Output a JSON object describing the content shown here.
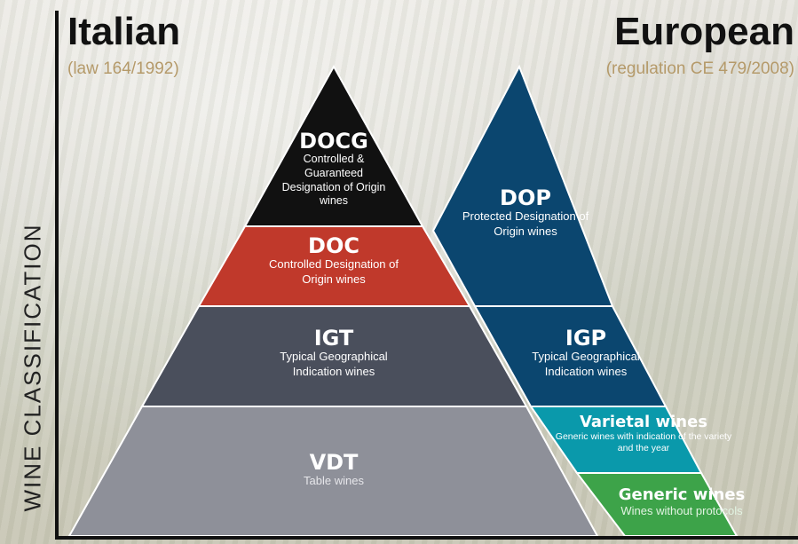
{
  "side_label": "WINE CLASSIFICATION",
  "italian": {
    "title": "Italian",
    "subtitle": "(law 164/1992)",
    "tiers": [
      {
        "name": "DOCG",
        "desc": "Controlled & Guaranteed Designation of Origin wines",
        "color": "#111111"
      },
      {
        "name": "DOC",
        "desc": "Controlled Designation of Origin wines",
        "color": "#c0392b"
      },
      {
        "name": "IGT",
        "desc": "Typical Geographical Indication wines",
        "color": "#4a4f5c"
      },
      {
        "name": "VDT",
        "desc": "Table wines",
        "color": "#8e9099"
      }
    ]
  },
  "european": {
    "title": "European",
    "subtitle": "(regulation CE 479/2008)",
    "tiers": [
      {
        "name": "DOP",
        "desc": "Protected Designation of Origin wines",
        "color": "#0b466f"
      },
      {
        "name": "IGP",
        "desc": "Typical Geographical Indication wines",
        "color": "#0b466f"
      },
      {
        "name": "Varietal wines",
        "desc": "Generic wines with indication of the variety and the year",
        "color": "#0a99ab"
      },
      {
        "name": "Generic wines",
        "desc": "Wines without protocols",
        "color": "#3da349"
      }
    ]
  }
}
